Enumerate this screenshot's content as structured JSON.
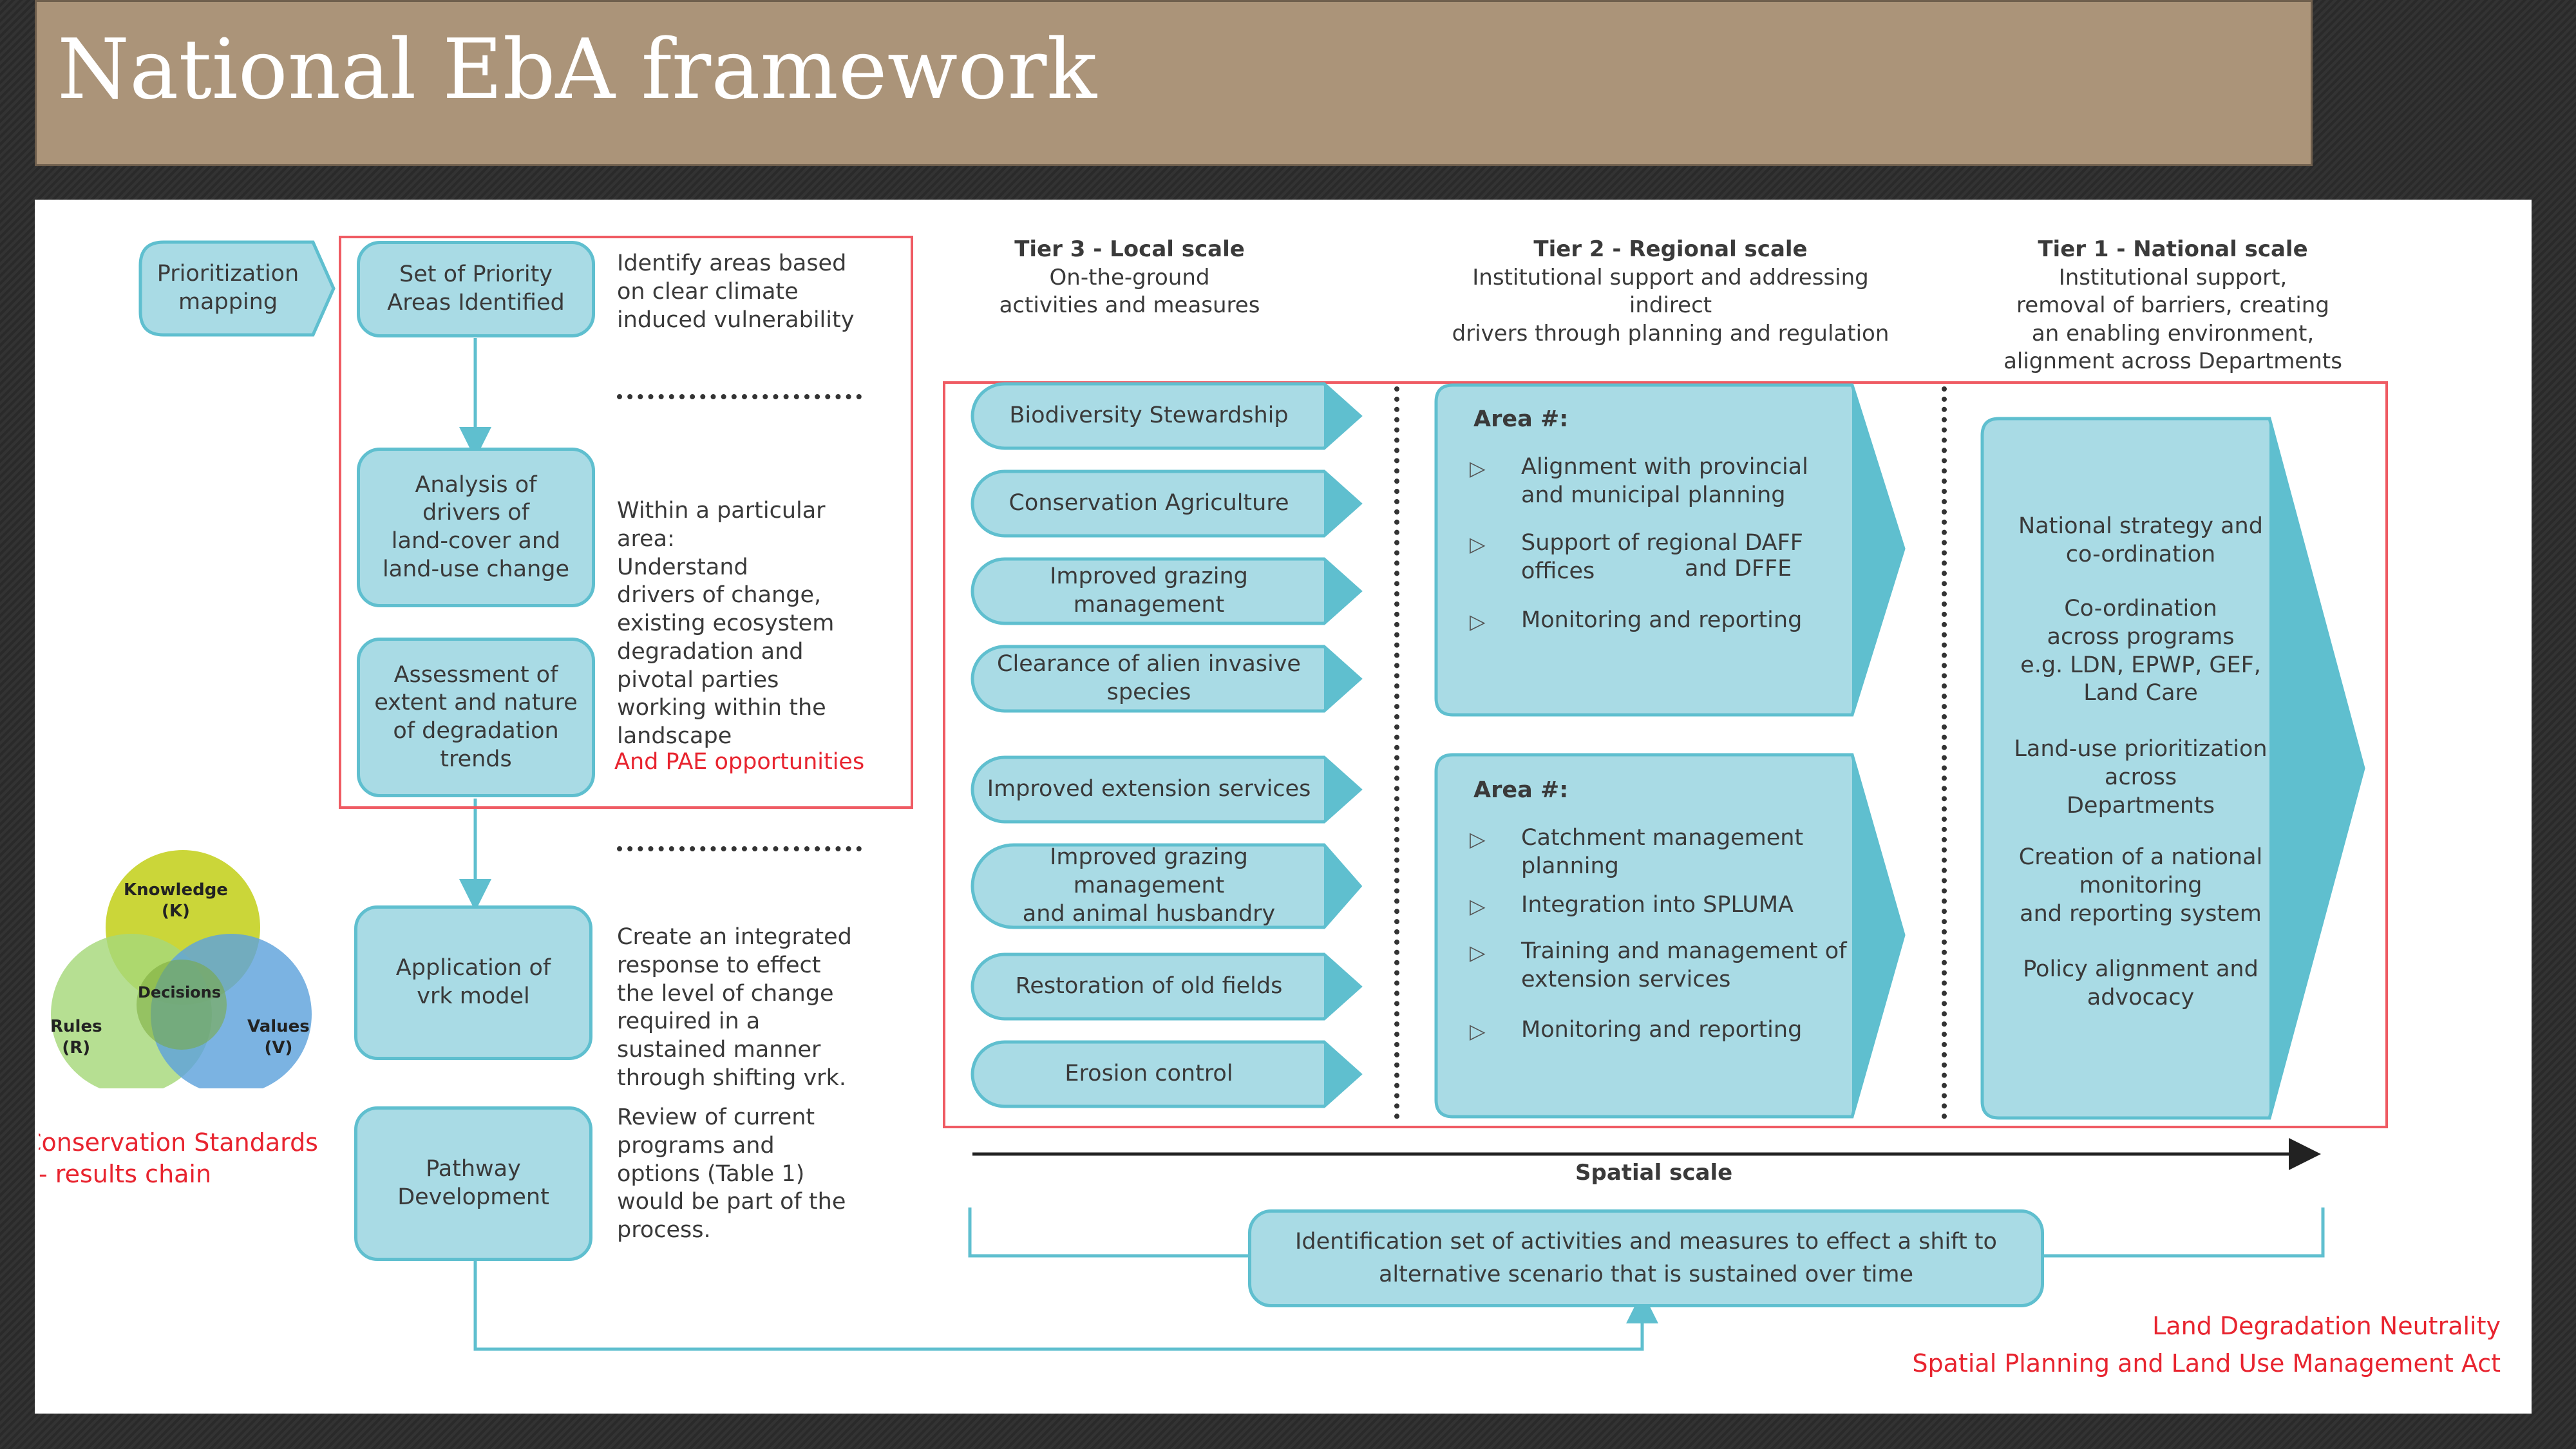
{
  "title": "National EbA framework",
  "left": {
    "prioritization": "Prioritization\nmapping",
    "steps": [
      {
        "box": "Set of Priority\nAreas Identified",
        "desc": "Identify areas based\non clear climate\ninduced vulnerability"
      },
      {
        "box": "Analysis of\ndrivers of\nland-cover and\nland-use change",
        "desc": "Within a particular\narea:\nUnderstand\ndrivers of change,\nexisting ecosystem\ndegradation and\npivotal parties\nworking within the\nlandscape"
      },
      {
        "box": "Assessment of\nextent and nature\nof degradation\ntrends"
      },
      {
        "box": "Application of\nvrk model",
        "desc": "Create an integrated\nresponse to effect\nthe level of change\nrequired in a\nsustained manner\nthrough shifting vrk."
      },
      {
        "box": "Pathway\nDevelopment",
        "desc": "Review of current\nprograms and\noptions (Table 1)\nwould be part of the\nprocess."
      }
    ],
    "pae_note": "And PAE opportunities"
  },
  "venn": {
    "knowledge": "Knowledge\n(K)",
    "rules": "Rules\n(R)",
    "values": "Values\n(V)",
    "decisions": "Decisions",
    "caption": "Conservation Standards\n- results chain",
    "colors": {
      "knowledge": "#c8d42e",
      "rules": "#a6d87a",
      "values": "#5ea2dc"
    }
  },
  "tiers": [
    {
      "title": "Tier 3 - Local scale",
      "desc": "On-the-ground\nactivities and measures"
    },
    {
      "title": "Tier 2 - Regional scale",
      "desc": "Institutional support and addressing\nindirect\ndrivers through planning and regulation"
    },
    {
      "title": "Tier 1 - National scale",
      "desc": "Institutional support,\nremoval of barriers, creating\nan enabling environment,\nalignment across Departments"
    }
  ],
  "local_items": [
    "Biodiversity Stewardship",
    "Conservation Agriculture",
    "Improved grazing\nmanagement",
    "Clearance of alien invasive\nspecies",
    "Improved extension services",
    "Improved grazing\nmanagement\nand animal husbandry",
    "Restoration of old fields",
    "Erosion control"
  ],
  "regional": [
    {
      "title": "Area #:",
      "items": [
        "Alignment with provincial\nand municipal planning",
        "Support of regional DAFF\noffices",
        "Monitoring and reporting"
      ],
      "note": "and DFFE"
    },
    {
      "title": "Area #:",
      "items": [
        "Catchment management\nplanning",
        "Integration into SPLUMA",
        "Training and management of\nextension services",
        "Monitoring and reporting"
      ]
    }
  ],
  "national_items": [
    "National strategy and\nco-ordination",
    "Co-ordination\nacross programs\ne.g. LDN, EPWP, GEF,\nLand Care",
    "Land-use prioritization\nacross\nDepartments",
    "Creation of a national\nmonitoring\nand reporting system",
    "Policy alignment and\nadvocacy"
  ],
  "spatial_scale": "Spatial scale",
  "bottom_box": "Identification set of activities and measures to effect a shift to\nalternative scenario that is sustained over time",
  "footnotes": [
    "Land Degradation Neutrality",
    "Spatial Planning and Land Use Management Act"
  ],
  "colors": {
    "box_fill": "#a9dbe5",
    "box_border": "#5fbfcf",
    "accent_red": "#e8242f",
    "title_bar": "#ab9479"
  }
}
